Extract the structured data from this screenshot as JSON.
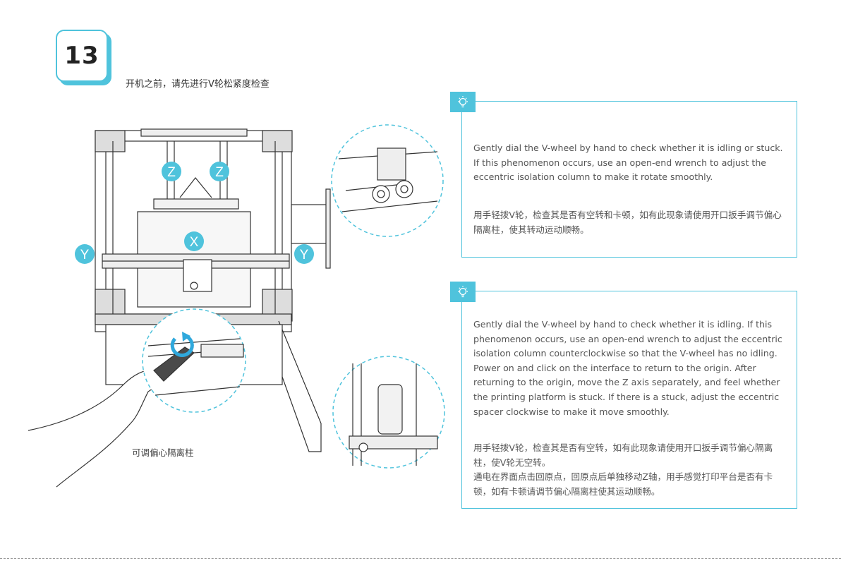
{
  "step": {
    "number": "13",
    "title": "开机之前，请先进行V轮松紧度检查"
  },
  "diagram": {
    "labels": {
      "z1": "Z",
      "z2": "Z",
      "x": "X",
      "y1": "Y",
      "y2": "Y"
    },
    "caption": "可调偏心隔离柱"
  },
  "tips": [
    {
      "icon": "lightbulb-icon",
      "en": "Gently dial the V-wheel by hand to check whether it is idling or stuck. If this phenomenon occurs, use an open-end wrench to adjust the eccentric isolation column to make it rotate smoothly.",
      "zh": [
        "用手轻拨V轮，检查其是否有空转和卡顿，如有此现象请使用开口扳手调节偏心隔离柱，使其转动运动顺畅。"
      ]
    },
    {
      "icon": "lightbulb-icon",
      "en": "Gently dial the V-wheel by hand to check whether it is idling. If this phenomenon occurs, use an open-end wrench to adjust the eccentric isolation column counterclockwise so that the V-wheel has no idling. Power on and click on the interface to return to the origin. After returning to the origin, move the Z axis separately, and feel whether the printing platform is stuck. If there is a stuck, adjust the eccentric spacer clockwise to make it move smoothly.",
      "zh": [
        "用手轻拨V轮，检查其是否有空转，如有此现象请使用开口扳手调节偏心隔离柱，使V轮无空转。",
        "通电在界面点击回原点，回原点后单独移动Z轴，用手感觉打印平台是否有卡顿，如有卡顿请调节偏心隔离柱使其运动顺畅。"
      ]
    }
  ],
  "colors": {
    "accent": "#4fc3dc",
    "label": "#4fc3dc"
  }
}
